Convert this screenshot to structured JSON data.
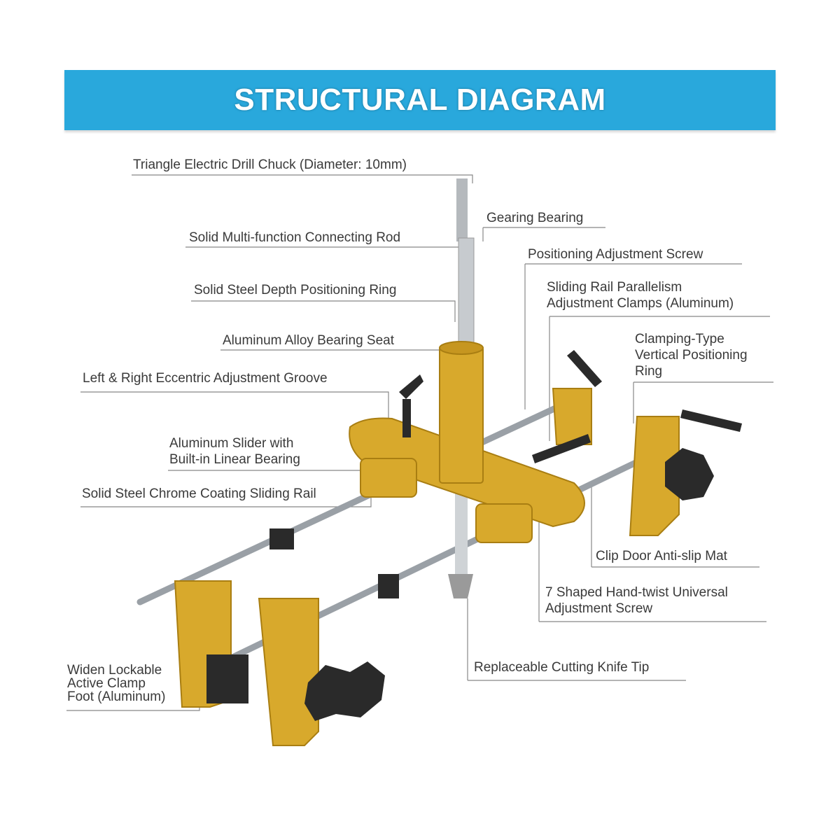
{
  "header": {
    "title": "STRUCTURAL DIAGRAM",
    "color": "#29a8dc"
  },
  "labels": {
    "drill_chuck": "Triangle Electric Drill Chuck (Diameter: 10mm)",
    "gearing_bearing": "Gearing Bearing",
    "connecting_rod": "Solid Multi-function Connecting Rod",
    "positioning_screw": "Positioning Adjustment Screw",
    "depth_ring": "Solid Steel Depth Positioning Ring",
    "parallelism_1": "Sliding Rail Parallelism",
    "parallelism_2": "Adjustment Clamps (Aluminum)",
    "bearing_seat": "Aluminum Alloy Bearing Seat",
    "clamping_1": "Clamping-Type",
    "clamping_2": "Vertical Positioning",
    "clamping_3": "Ring",
    "eccentric_groove": "Left & Right Eccentric Adjustment Groove",
    "slider_1": "Aluminum Slider with",
    "slider_2": "Built-in Linear Bearing",
    "sliding_rail": "Solid Steel Chrome Coating Sliding Rail",
    "anti_slip": "Clip Door Anti-slip Mat",
    "hand_twist_1": "7 Shaped Hand-twist Universal",
    "hand_twist_2": "Adjustment Screw",
    "clamp_foot_1": "Widen Lockable",
    "clamp_foot_2": "Active Clamp",
    "clamp_foot_3": "Foot (Aluminum)",
    "knife_tip": "Replaceable Cutting Knife Tip"
  }
}
